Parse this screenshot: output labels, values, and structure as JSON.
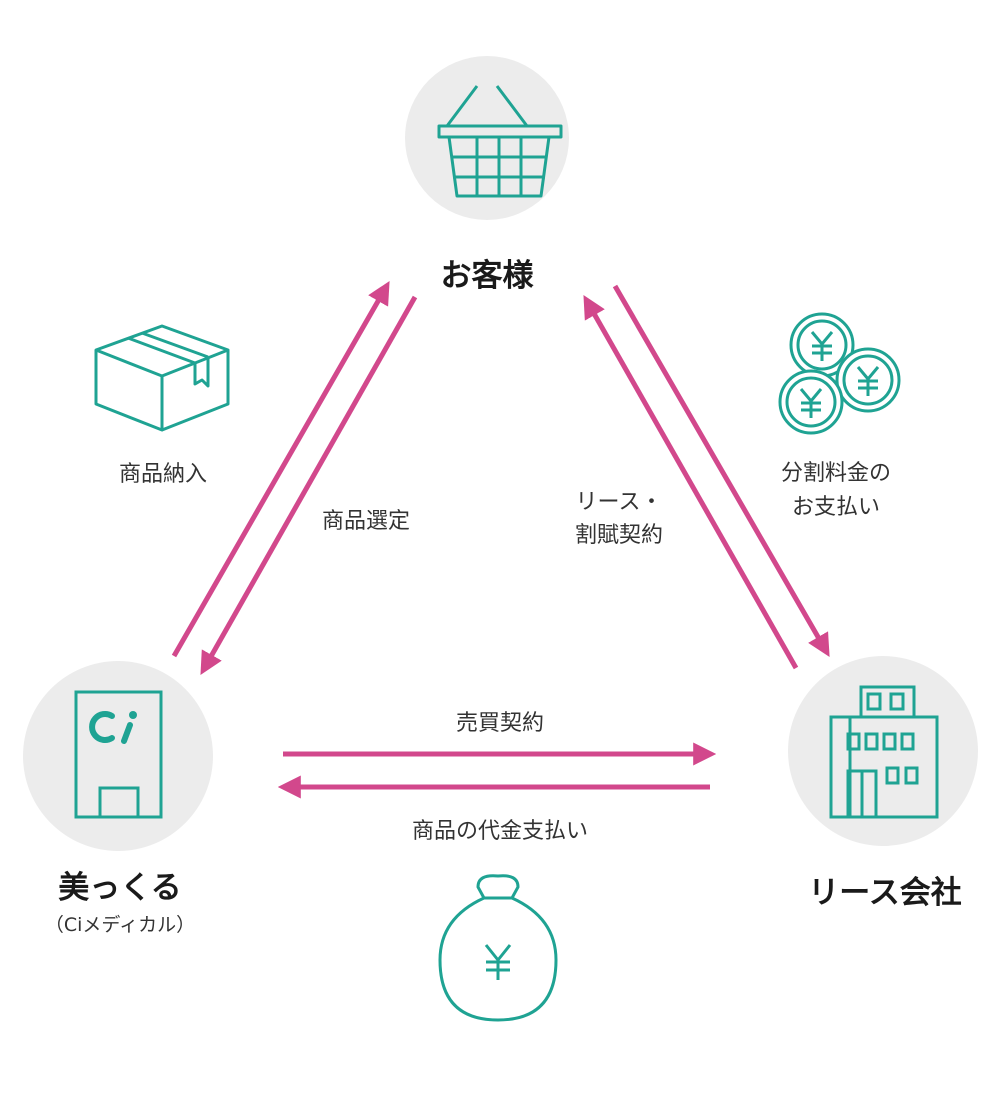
{
  "colors": {
    "arrow": "#D2488C",
    "icon": "#1FA393",
    "circle": "#ECECEC",
    "accent": "#1FA393"
  },
  "nodes": {
    "customer": {
      "label": "お客様",
      "icon": "shopping-basket-icon"
    },
    "maker": {
      "label": "美っくる",
      "sublabel": "（Ciメディカル）",
      "icon": "ci-building-icon",
      "logo_text": "Ci"
    },
    "lease": {
      "label": "リース会社",
      "icon": "office-building-icon"
    }
  },
  "edges": {
    "product_delivery": "商品納入",
    "product_selection": "商品選定",
    "lease_contract": [
      "リース・",
      "割賦契約"
    ],
    "installment_payment": [
      "分割料金の",
      "お支払い"
    ],
    "sales_contract": "売買契約",
    "product_payment": "商品の代金支払い"
  },
  "icons": {
    "box": "cardboard-box-icon",
    "coins": "yen-coins-icon",
    "money_bag": "yen-money-bag-icon"
  }
}
